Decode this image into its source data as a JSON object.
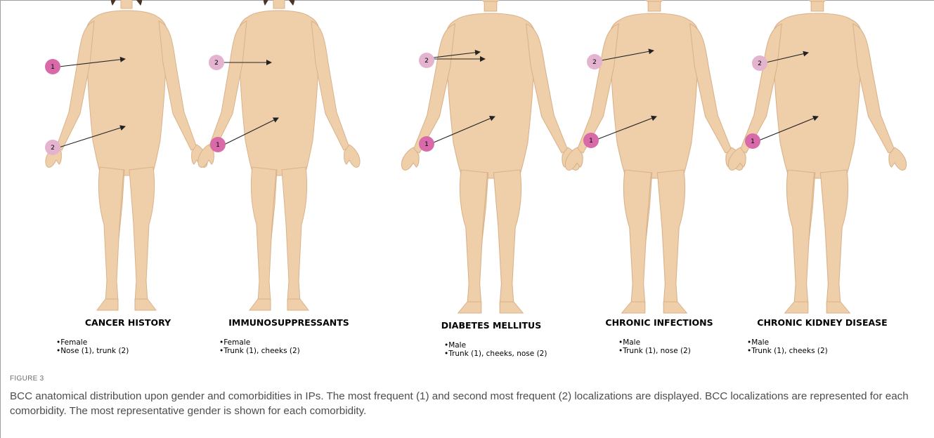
{
  "figure": {
    "label": "FIGURE 3",
    "caption": "BCC anatomical distribution upon gender and comorbidities in IPs. The most frequent (1) and second most frequent (2) localizations are displayed. BCC localizations are represented for each comorbidity. The most representative gender is shown for each comorbidity."
  },
  "colors": {
    "skin": "#efcfaa",
    "skin_shadow": "#d9b28a",
    "hair": "#4a3327",
    "rank1_marker": "#d86aaa",
    "rank2_marker": "#e3b3d0",
    "arrow": "#222222"
  },
  "panels": [
    {
      "title": "CANCER HISTORY",
      "gender": "Female",
      "notes": [
        "•Female",
        "•Nose (1), trunk (2)"
      ],
      "markers": [
        {
          "rank": "1",
          "site": "nose"
        },
        {
          "rank": "2",
          "site": "trunk"
        }
      ]
    },
    {
      "title": "IMMUNOSUPPRESSANTS",
      "gender": "Female",
      "notes": [
        "•Female",
        "•Trunk (1), cheeks (2)"
      ],
      "markers": [
        {
          "rank": "2",
          "site": "cheeks"
        },
        {
          "rank": "1",
          "site": "trunk"
        }
      ]
    },
    {
      "title": "DIABETES MELLITUS",
      "gender": "Male",
      "notes": [
        "•Male",
        "•Trunk (1), cheeks, nose (2)"
      ],
      "markers": [
        {
          "rank": "2",
          "site": "cheeks, nose"
        },
        {
          "rank": "1",
          "site": "trunk"
        }
      ]
    },
    {
      "title": "CHRONIC INFECTIONS",
      "gender": "Male",
      "notes": [
        "•Male",
        "•Trunk (1), nose (2)"
      ],
      "markers": [
        {
          "rank": "2",
          "site": "nose"
        },
        {
          "rank": "1",
          "site": "trunk"
        }
      ]
    },
    {
      "title": "CHRONIC KIDNEY DISEASE",
      "gender": "Male",
      "notes": [
        "•Male",
        "•Trunk (1), cheeks (2)"
      ],
      "markers": [
        {
          "rank": "2",
          "site": "cheeks"
        },
        {
          "rank": "1",
          "site": "trunk"
        }
      ]
    }
  ]
}
